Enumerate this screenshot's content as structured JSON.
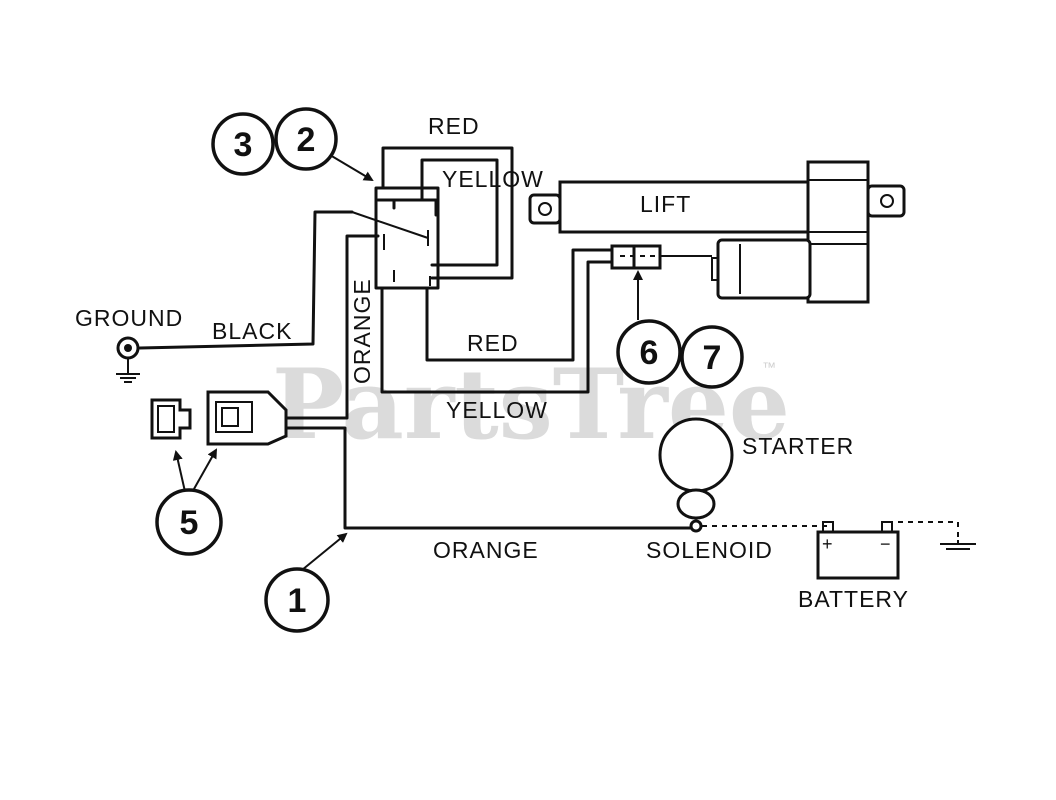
{
  "watermark": {
    "text": "PartsTree",
    "trademark": "™"
  },
  "wire_labels": {
    "red_top": "RED",
    "yellow_top": "YELLOW",
    "black": "BLACK",
    "orange_vertical": "ORANGE",
    "red_bottom": "RED",
    "yellow_bottom": "YELLOW",
    "orange_bottom": "ORANGE"
  },
  "component_labels": {
    "ground": "GROUND",
    "lift": "LIFT",
    "starter": "STARTER",
    "solenoid": "SOLENOID",
    "battery": "BATTERY"
  },
  "callouts": {
    "c1": "1",
    "c2": "2",
    "c3": "3",
    "c5": "5",
    "c6": "6",
    "c7": "7"
  },
  "battery_terminals": {
    "positive": "+",
    "negative": "−"
  }
}
